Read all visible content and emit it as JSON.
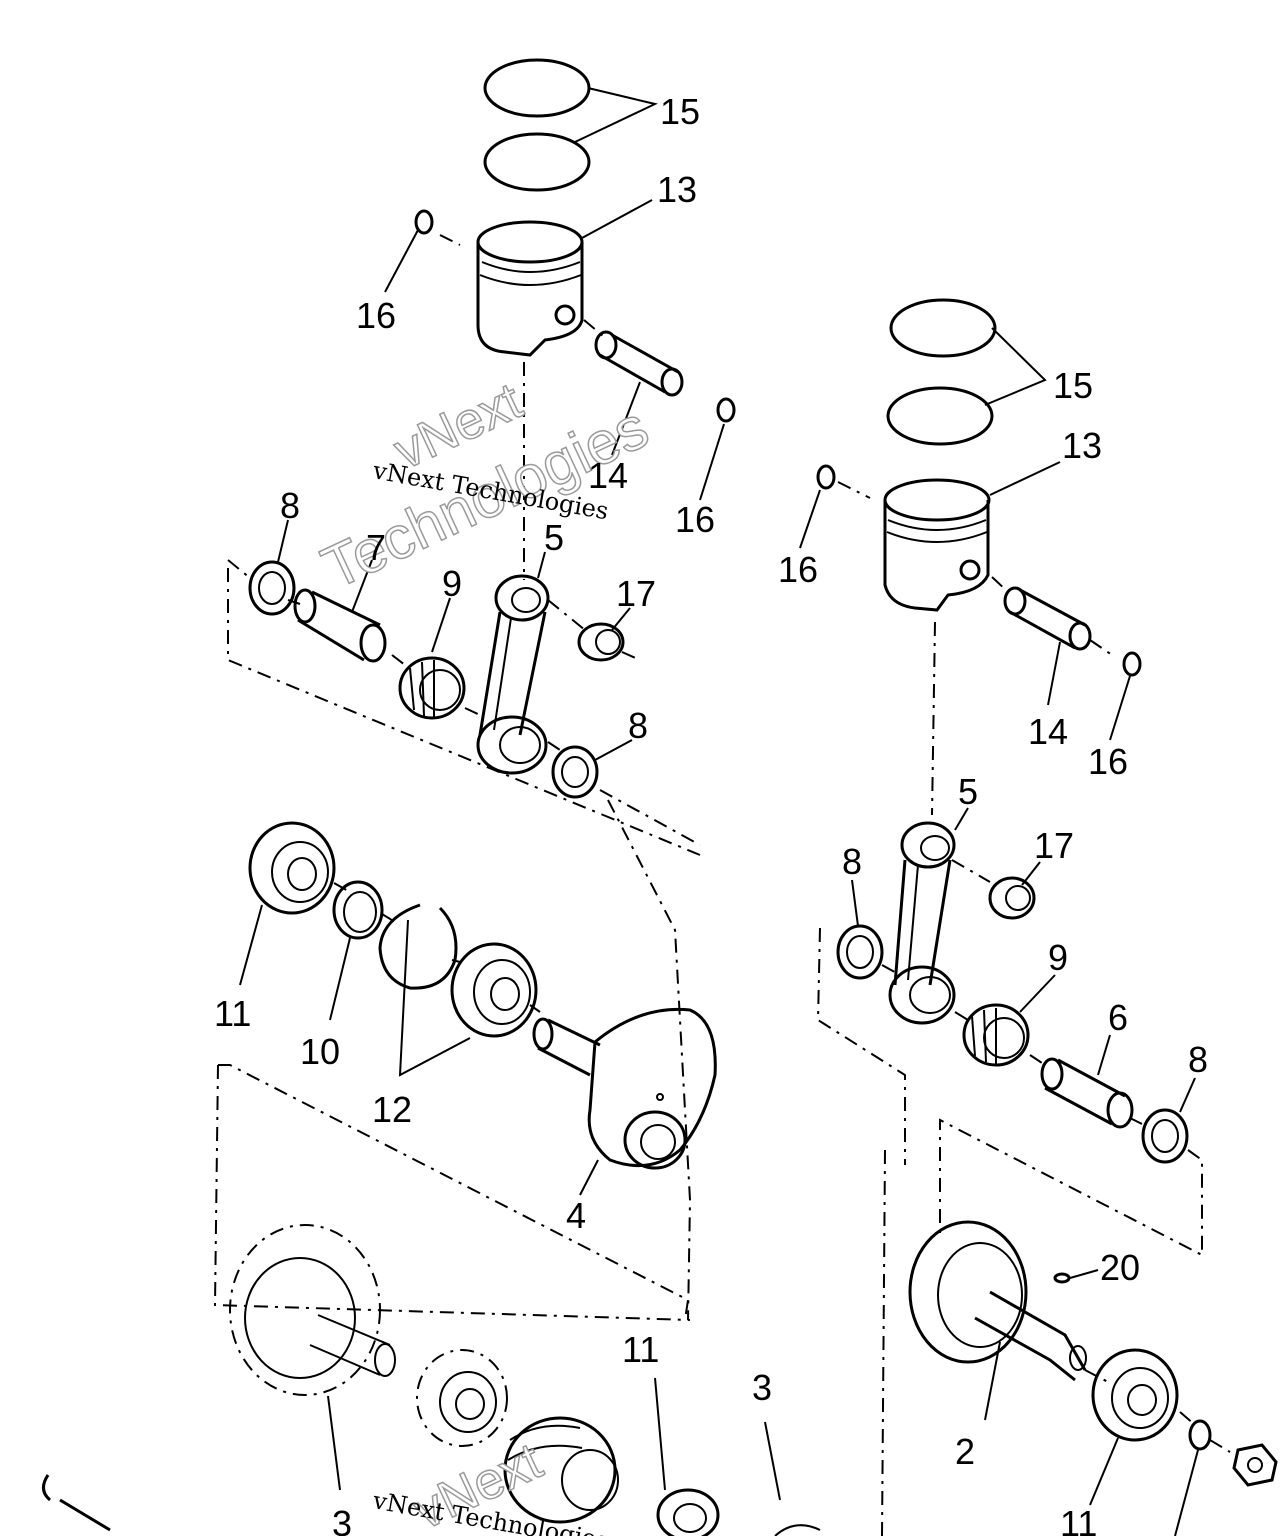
{
  "labels": {
    "ring_left": "15",
    "piston_left": "13",
    "clip_left_a": "16",
    "pin_left": "14",
    "clip_left_b": "16",
    "washer_left_a": "8",
    "pin7": "7",
    "bearing9_left": "9",
    "rod_left": "5",
    "needle17_left": "17",
    "washer_left_b": "8",
    "bearing11_upper": "11",
    "ring10": "10",
    "ring12": "12",
    "crank4": "4",
    "crank3_left": "3",
    "bearing11_lower": "11",
    "crank3_center": "3",
    "ring_right": "15",
    "piston_right": "13",
    "clip_right_a": "16",
    "pin_right": "14",
    "clip_right_b": "16",
    "rod_right": "5",
    "needle17_right": "17",
    "washer_right_a": "8",
    "bearing9_right": "9",
    "pin6": "6",
    "washer_right_b": "8",
    "key20": "20",
    "crank2": "2",
    "bearing11_right": "11"
  },
  "watermarks": {
    "upper_text": "vNext Technologies",
    "lower_text": "vNext Technologies",
    "ghost_a": "vNext",
    "ghost_b": "Technologies"
  },
  "colors": {
    "line": "#000000",
    "background": "#ffffff",
    "watermark_ghost": "#9a9a9a"
  }
}
